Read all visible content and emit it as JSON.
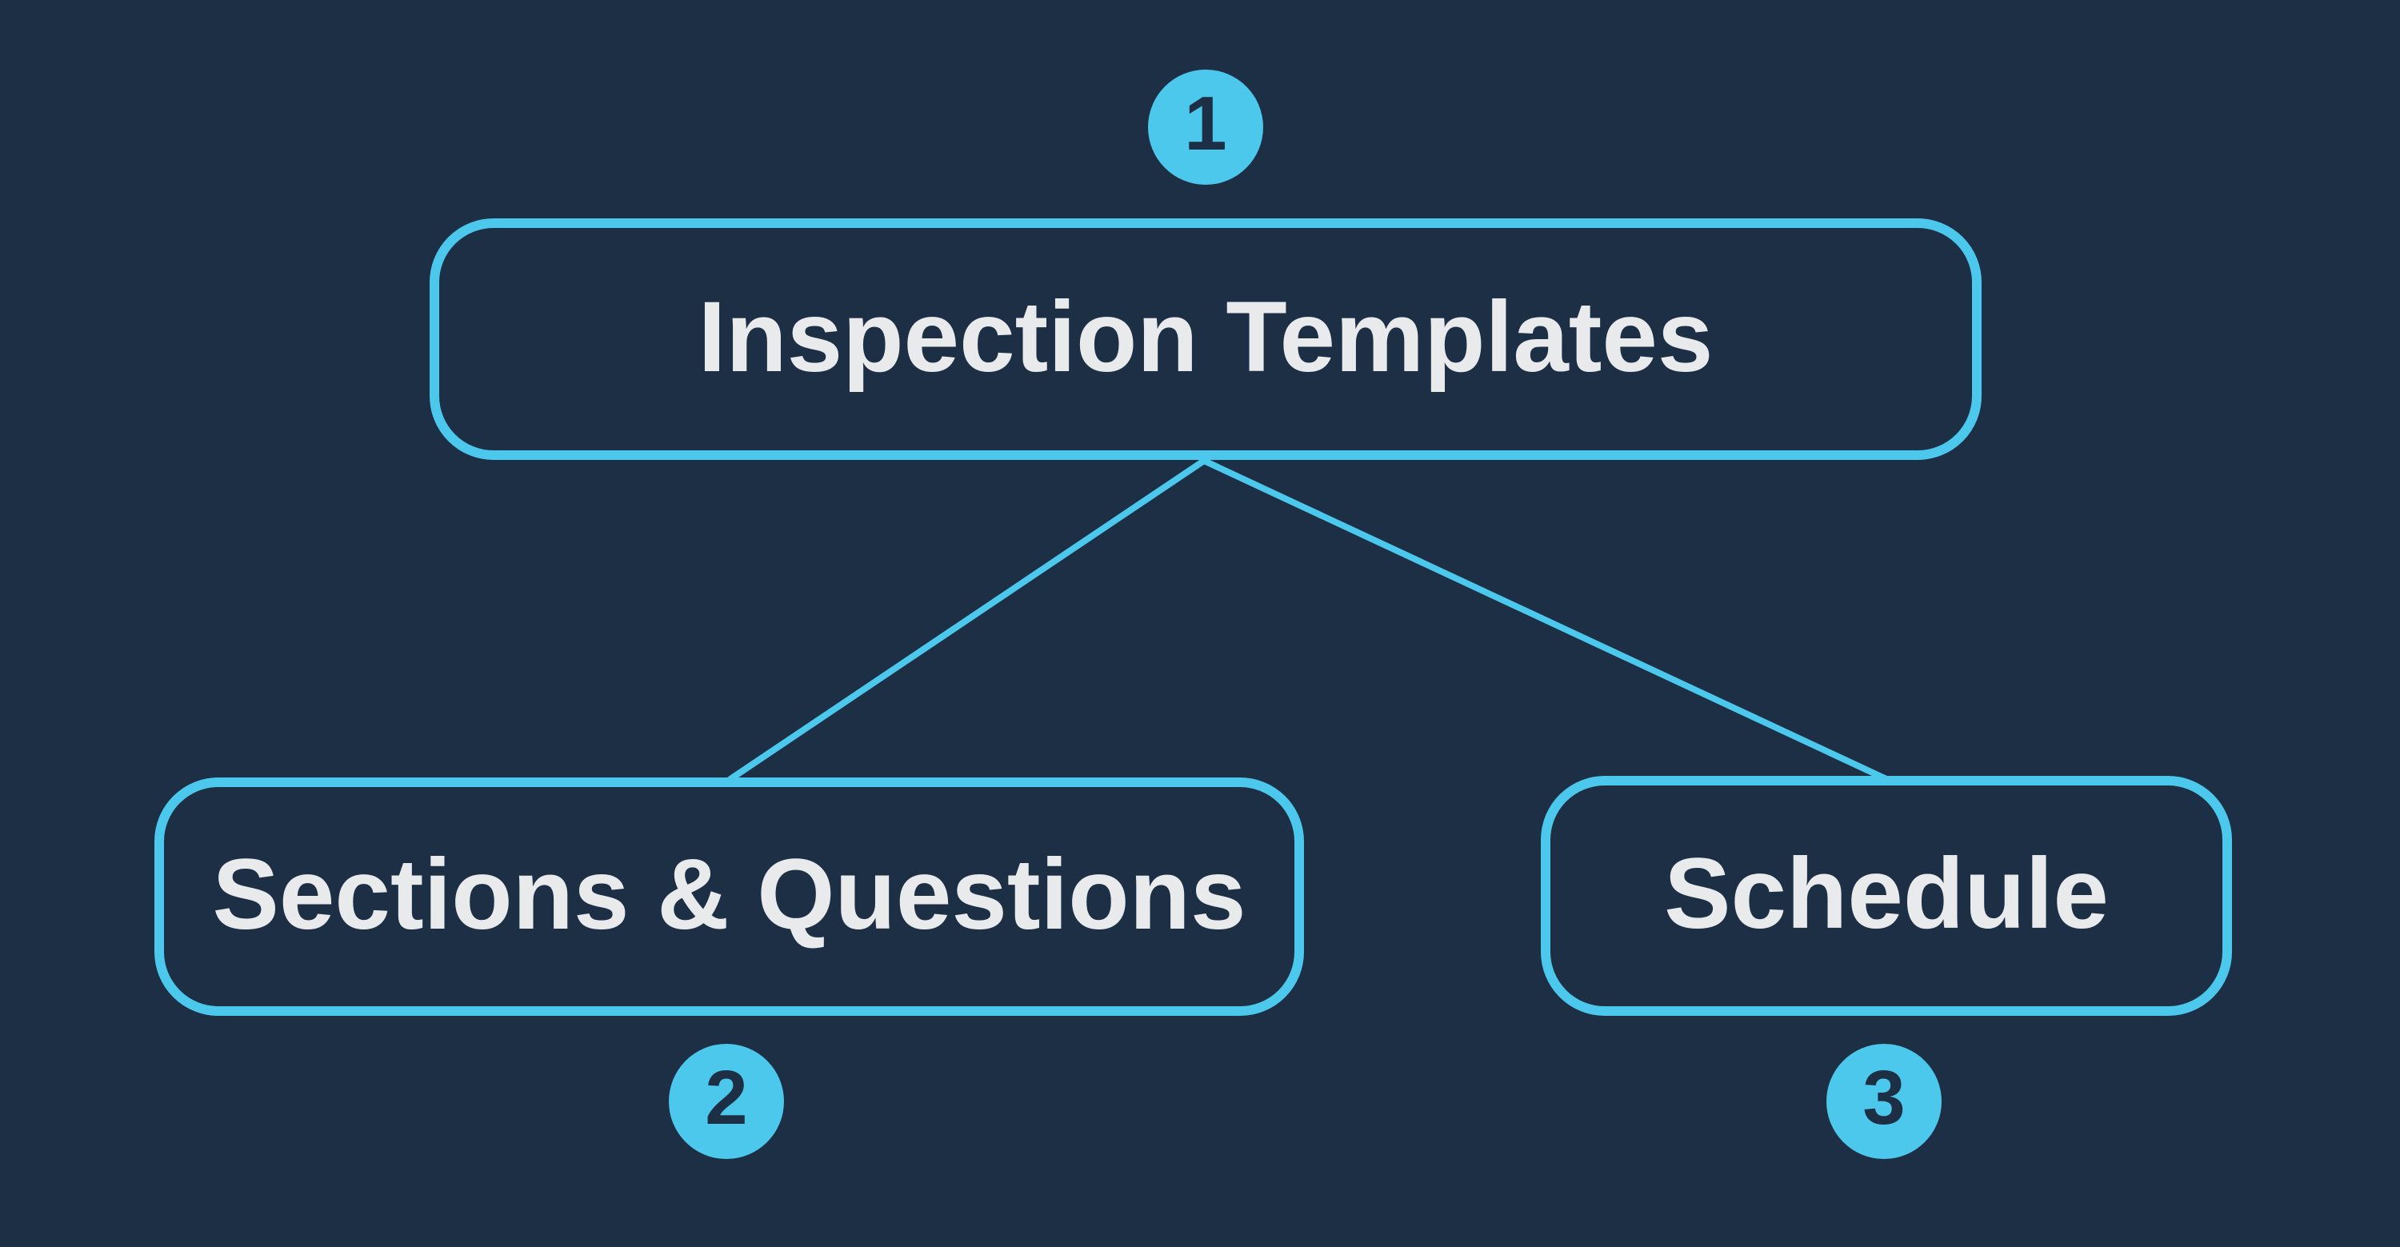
{
  "theme": {
    "background_color": "#1d2f45",
    "accent_color": "#4dc8ed",
    "label_color": "#e8eaec",
    "badge_text_color": "#1d2f45"
  },
  "diagram": {
    "type": "hierarchy-flowchart",
    "root": {
      "badge": "1",
      "label": "Inspection Templates"
    },
    "children": [
      {
        "badge": "2",
        "label": "Sections & Questions"
      },
      {
        "badge": "3",
        "label": "Schedule"
      }
    ]
  }
}
